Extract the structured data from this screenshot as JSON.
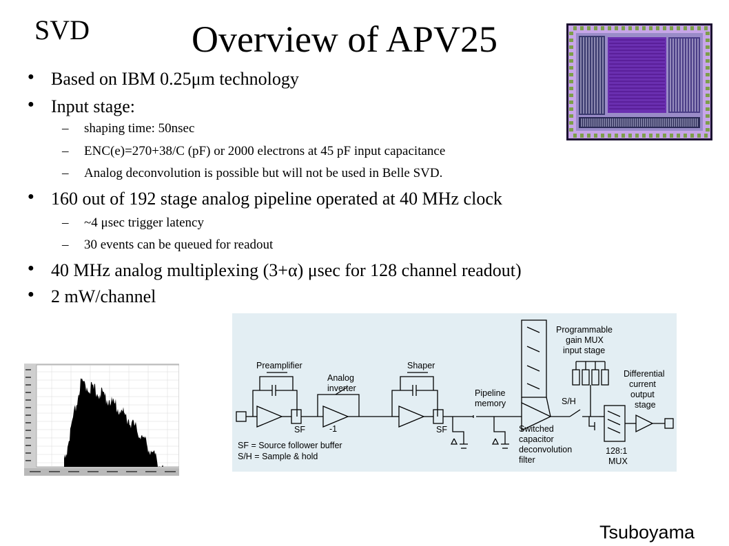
{
  "header": {
    "tag": "SVD",
    "title": "Overview of APV25"
  },
  "bullets": [
    {
      "text": "Based on IBM 0.25μm technology"
    },
    {
      "text": "Input stage:"
    },
    {
      "text": "shaping time: 50nsec"
    },
    {
      "text": "ENC(e)=270+38/C (pF) or 2000 electrons at 45 pF input capacitance"
    },
    {
      "text": "Analog deconvolution is possible but will not be used in Belle SVD."
    },
    {
      "text": "160 out of 192 stage analog pipeline operated at 40 MHz clock"
    },
    {
      "text": "~4 μsec trigger latency"
    },
    {
      "text": "30 events can be queued for readout"
    },
    {
      "text": "40 MHz analog multiplexing (3+α) μsec for 128 channel readout)"
    },
    {
      "text": "2 mW/channel"
    }
  ],
  "circuit": {
    "preamplifier": "Preamplifier",
    "analog_inverter_1": "Analog",
    "analog_inverter_2": "inverter",
    "shaper": "Shaper",
    "pipeline_1": "Pipeline",
    "pipeline_2": "memory",
    "prog_1": "Programmable",
    "prog_2": "gain MUX",
    "prog_3": "input stage",
    "diff_1": "Differential",
    "diff_2": "current",
    "diff_3": "output",
    "diff_4": "stage",
    "sh": "S/H",
    "sf": "SF",
    "minus_one": "-1",
    "legend_1": "SF = Source follower buffer",
    "legend_2": "S/H = Sample & hold",
    "switched_1": "Switched",
    "switched_2": "capacitor",
    "switched_3": "deconvolution",
    "switched_4": "filter",
    "mux_1": "128:1",
    "mux_2": "MUX"
  },
  "footer": {
    "author": "Tsuboyama"
  }
}
